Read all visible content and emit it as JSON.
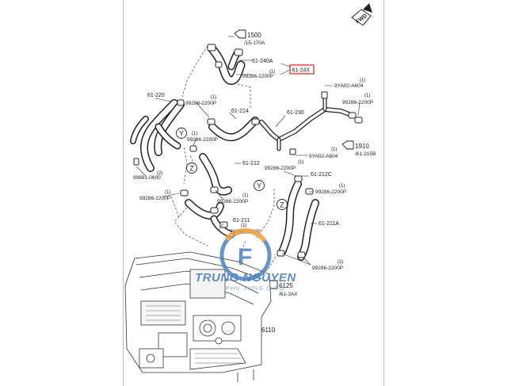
{
  "watermark": {
    "brand": "TRUNG NGUYEN",
    "tagline": "PHU TUNG O TO",
    "logo_letter": "F",
    "colors": {
      "blue": "#4c82c3",
      "orange": "#f2a23a"
    }
  },
  "front_indicator": "FWD",
  "highlight": {
    "label": "61-24X",
    "color": "#e02020"
  },
  "callouts": {
    "c1500": {
      "code": "1500",
      "ref": "/15-170A"
    },
    "c1910": {
      "code": "1910",
      "ref": "/61-215B"
    },
    "c6125": {
      "code": "6125",
      "ref": "/61-3AX"
    },
    "c6110": {
      "code": "6110"
    }
  },
  "part_labels": {
    "p61_240A": "61-240A",
    "p99286_top": "99286-2200P",
    "qty_top": "(1)",
    "p61_220": "61-220",
    "p99286_a": "99286-2200P",
    "qty_a": "(1)",
    "p61_214": "61-214",
    "p61_230": "61-230",
    "p9YA02_top": "9YA02-A604",
    "qty_9ya_top": "(1)",
    "p99286_right": "99286-2200P",
    "qty_right": "(1)",
    "p99286_b": "99286-2200P",
    "qty_b": "(1)",
    "p9YA02_mid": "9YA02-A604",
    "qty_9ya_mid": "(1)",
    "p61_212": "61-212",
    "p99891": "99891-0600",
    "qty_99891": "(2)",
    "p99286_c": "99286-2200P",
    "qty_c": "(1)",
    "p99286_d": "99286-2200P",
    "qty_d": "(1)",
    "p61_212C": "61-212C",
    "p99286_e": "99286-2200P",
    "qty_e": "(1)",
    "p99286_f": "99286-2200P",
    "qty_f": "(1)",
    "p61_211": "61-211",
    "p61_211A": "61-211A",
    "p99286_g": "99286-2200P",
    "qty_g": "(1)",
    "p99286_h": "99286-2200P",
    "qty_h": "(2)"
  },
  "markers": {
    "y_left": "Y",
    "z_left": "Z",
    "y_right": "Y",
    "z_right": "Z"
  }
}
